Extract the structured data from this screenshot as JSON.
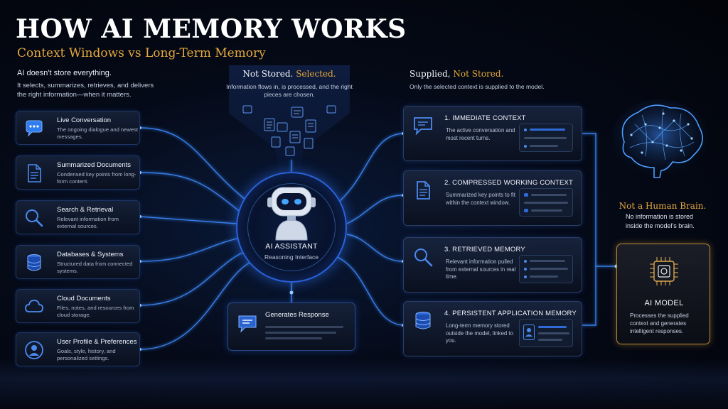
{
  "header": {
    "title": "HOW AI MEMORY WORKS",
    "subtitle": "Context Windows vs Long-Term Memory"
  },
  "intro": {
    "heading": "AI doesn't store everything.",
    "body": "It selects, summarizes, retrieves, and delivers the right information—when it matters."
  },
  "sources": [
    {
      "title": "Live Conversation",
      "desc": "The ongoing dialogue and newest messages.",
      "icon": "chat-bubble-icon"
    },
    {
      "title": "Summarized Documents",
      "desc": "Condensed key points from long-form content.",
      "icon": "document-icon"
    },
    {
      "title": "Search & Retrieval",
      "desc": "Relevant information from external sources.",
      "icon": "magnifier-icon"
    },
    {
      "title": "Databases & Systems",
      "desc": "Structured data from connected systems.",
      "icon": "database-icon"
    },
    {
      "title": "Cloud Documents",
      "desc": "Files, notes, and resources from cloud storage.",
      "icon": "cloud-icon"
    },
    {
      "title": "User Profile & Preferences",
      "desc": "Goals, style, history, and personalized settings.",
      "icon": "user-icon"
    }
  ],
  "center": {
    "heading_white": "Not Stored.",
    "heading_gold": "Selected.",
    "body": "Information flows in, is processed, and the right pieces are chosen.",
    "assistant_title": "AI ASSISTANT",
    "assistant_sub": "Reasoning Interface",
    "response_title": "Generates Response"
  },
  "right": {
    "heading_white": "Supplied,",
    "heading_gold": "Not Stored.",
    "body": "Only the selected context is supplied to the model."
  },
  "contexts": [
    {
      "title": "1. IMMEDIATE CONTEXT",
      "desc": "The active conversation and most recent turns.",
      "icon": "chat-window-icon"
    },
    {
      "title": "2. COMPRESSED WORKING CONTEXT",
      "desc": "Summarized key points to fit within the context window.",
      "icon": "document-icon"
    },
    {
      "title": "3. RETRIEVED MEMORY",
      "desc": "Relevant information pulled from external sources in real time.",
      "icon": "magnifier-icon"
    },
    {
      "title": "4. PERSISTENT APPLICATION MEMORY",
      "desc": "Long-term memory stored outside the model, linked to you.",
      "icon": "database-icon"
    }
  ],
  "brain": {
    "heading": "Not a Human Brain.",
    "body": "No information is stored inside the model's brain."
  },
  "model": {
    "title": "AI MODEL",
    "desc": "Processes the supplied context and generates intelligent responses."
  },
  "colors": {
    "accent": "#2f6ad8",
    "gold": "#e6a93c",
    "glow": "#3d8bff"
  }
}
